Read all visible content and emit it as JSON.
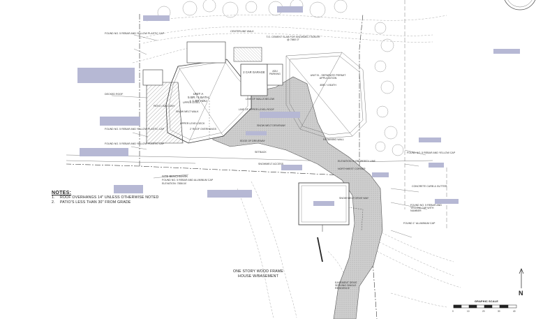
{
  "notes": {
    "title": "NOTES:",
    "items": [
      {
        "num": "1.",
        "text": "ROOF OVERHANGS 14\" UNLESS OTHERWISE NOTED"
      },
      {
        "num": "2.",
        "text": "PATIO'S LESS THAN 30\" FROM GRADE"
      }
    ]
  },
  "structures": {
    "unit_a": "UNIT A",
    "unit_a_desc": "5 BR / 5 BATH",
    "unit_a_desc2": "+ 1 BR ADU",
    "garage": "2 CAR GARAGE",
    "adu_parking": "ADU PARKING",
    "unit_b": "UNIT B - SEPARATE PERMIT APPLICATION",
    "unit_b_desc": "4BR / 4 BATH",
    "cement_slab": "T.O. CEMENT SLAB FOR SNOWMELT BOILER @ 7860'-0\"",
    "one_story": "ONE STORY WOOD FRAME",
    "one_story2": "HOUSE W/BASEMENT"
  },
  "callouts": [
    "FOUND NO. 5 REBAR AND YELLOW PLASTIC CAP",
    "FOUND NO. 5 REBAR AND YELLOW PLASTIC CAP",
    "FOUND NO. 5 REBAR AND YELLOW PLASTIC CAP",
    "FOUND NO. 5 REBAR AND YELLOW CAP",
    "DECKED ROOF",
    "SITE BENCHMARK",
    "FOUND NO. 5 REBAR AND ALUMINUM CAP",
    "ELEVATION: 7858.04'",
    "SNOW MELT DRIVEWAY",
    "SNOW MELT WALK",
    "LINE OF UPPER LEVEL ROOF",
    "UPPER LEVEL DECK",
    "LINE OF WALLS BELOW",
    "ELEVATION IN PROPERTY LINE",
    "NORTHWEST CORNER",
    "CONCRETE CURB & GUTTER",
    "SNOW MELT DRIVE WAY",
    "EASEMENT DRIVE SERVING SINGLE RESIDENCE",
    "FOUND 1\" ALUMINUM CAP",
    "RETAINING WALL",
    "SETBACK",
    "EDGE OF DRIVEWAY",
    "2' ROOF OVERHANGS",
    "UPPER LEVEL",
    "PATIO / BALCONY",
    "FOUND NO. 5 REBAR AND YELLOW CAP WITH NUMBER",
    "CENTERLINE WALK",
    "SNOWMELT ACCESS"
  ],
  "scale": {
    "title": "GRAPHIC SCALE",
    "ticks": [
      "0",
      "10",
      "20",
      "30",
      "40"
    ]
  },
  "north": "N"
}
